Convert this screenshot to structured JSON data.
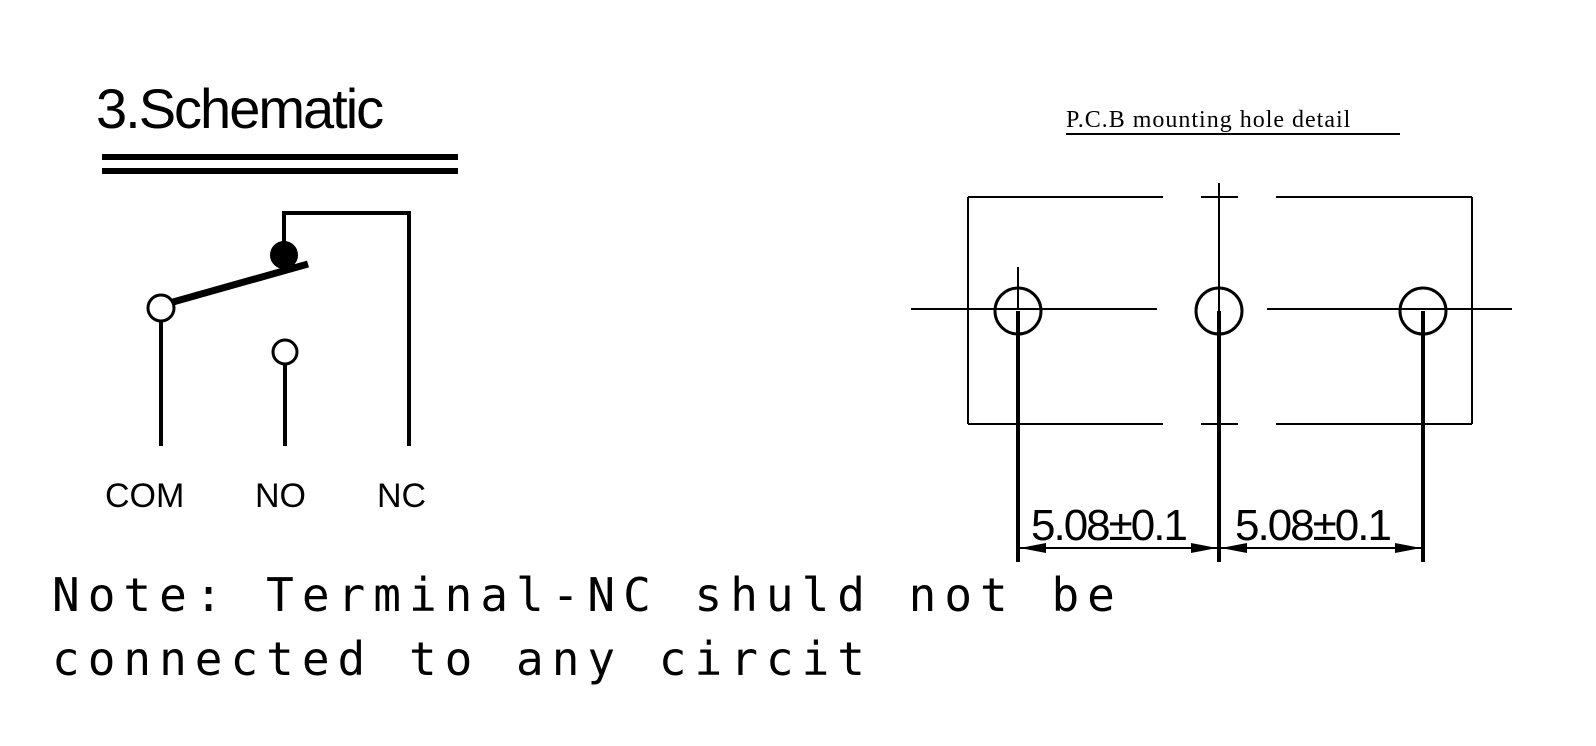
{
  "schematic": {
    "heading": "3.Schematic",
    "terminals": {
      "com": "COM",
      "no": "NO",
      "nc": "NC"
    }
  },
  "pcb": {
    "caption": "P.C.B mounting hole detail",
    "dimensions": [
      "5.08±0.1",
      "5.08±0.1"
    ]
  },
  "note": {
    "line1": "Note: Terminal-NC shuld not be",
    "line2": "connected to any circit"
  }
}
